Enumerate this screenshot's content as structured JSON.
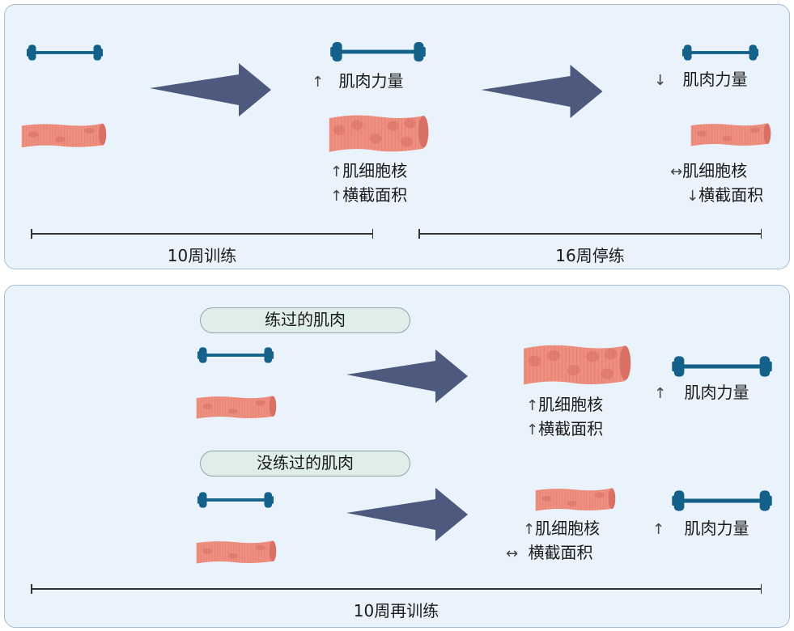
{
  "colors": {
    "panel_bg": "#eaf3fb",
    "panel_border": "#a8bccf",
    "arrow": "#4d5a7e",
    "barbell": "#14618a",
    "muscle": "#ee8f80",
    "muscle_dark": "#d87066",
    "pill_bg": "#dfeeea"
  },
  "top_panel": {
    "stage_after_training": {
      "strength": {
        "arrow": "↑",
        "label": "肌肉力量"
      },
      "nuclei": {
        "arrow": "↑",
        "label": "肌细胞核"
      },
      "cross_section": {
        "arrow": "↑",
        "label": "横截面积"
      }
    },
    "stage_after_detraining": {
      "strength": {
        "arrow": "↓",
        "label": "肌肉力量"
      },
      "nuclei": {
        "arrow": "↔",
        "label": "肌细胞核"
      },
      "cross_section": {
        "arrow": "↓",
        "label": "横截面积"
      }
    },
    "timeline_training": "10周训练",
    "timeline_detraining": "16周停练"
  },
  "bottom_panel": {
    "trained": {
      "title": "练过的肌肉",
      "nuclei": {
        "arrow": "↑",
        "label": "肌细胞核"
      },
      "cross_section": {
        "arrow": "↑",
        "label": "横截面积"
      },
      "strength": {
        "arrow": "↑",
        "label": "肌肉力量"
      }
    },
    "untrained": {
      "title": "没练过的肌肉",
      "nuclei": {
        "arrow": "↑",
        "label": "肌细胞核"
      },
      "cross_section": {
        "arrow": "↔",
        "label": "横截面积"
      },
      "strength": {
        "arrow": "↑",
        "label": "肌肉力量"
      }
    },
    "timeline_retraining": "10周再训练"
  }
}
